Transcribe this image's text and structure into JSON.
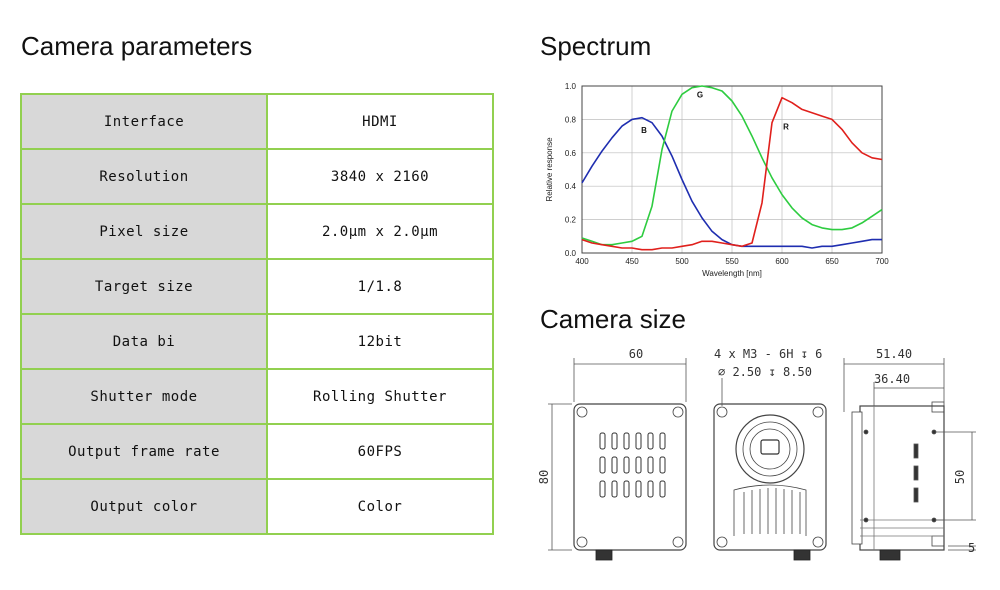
{
  "sections": {
    "params_title": "Camera parameters",
    "spectrum_title": "Spectrum",
    "size_title": "Camera size"
  },
  "params": [
    {
      "key": "Interface",
      "value": "HDMI"
    },
    {
      "key": "Resolution",
      "value": "3840 x 2160"
    },
    {
      "key": "Pixel size",
      "value": "2.0μm x 2.0μm"
    },
    {
      "key": "Target size",
      "value": "1/1.8"
    },
    {
      "key": "Data bi",
      "value": "12bit"
    },
    {
      "key": "Shutter mode",
      "value": "Rolling Shutter"
    },
    {
      "key": "Output frame rate",
      "value": "60FPS"
    },
    {
      "key": "Output color",
      "value": "Color"
    }
  ],
  "chart_data": {
    "type": "line",
    "title": "",
    "xlabel": "Wavelength [nm]",
    "ylabel": "Relative response",
    "xlim": [
      400,
      700
    ],
    "ylim": [
      0,
      1.0
    ],
    "x_ticks": [
      "400",
      "450",
      "500",
      "550",
      "600",
      "650",
      "700"
    ],
    "y_ticks": [
      "0.0",
      "0.2",
      "0.4",
      "0.6",
      "0.8",
      "1.0"
    ],
    "grid": true,
    "x": [
      400,
      410,
      420,
      430,
      440,
      450,
      460,
      470,
      480,
      490,
      500,
      510,
      520,
      530,
      540,
      550,
      560,
      570,
      580,
      590,
      600,
      610,
      620,
      630,
      640,
      650,
      660,
      670,
      680,
      690,
      700
    ],
    "series": [
      {
        "name": "B",
        "color": "#1f2eb0",
        "values": [
          0.42,
          0.52,
          0.61,
          0.69,
          0.76,
          0.8,
          0.81,
          0.78,
          0.7,
          0.58,
          0.44,
          0.31,
          0.21,
          0.13,
          0.08,
          0.05,
          0.04,
          0.04,
          0.04,
          0.04,
          0.04,
          0.04,
          0.04,
          0.03,
          0.04,
          0.04,
          0.05,
          0.06,
          0.07,
          0.08,
          0.08
        ]
      },
      {
        "name": "G",
        "color": "#2ecc40",
        "values": [
          0.09,
          0.07,
          0.05,
          0.05,
          0.06,
          0.07,
          0.1,
          0.28,
          0.62,
          0.85,
          0.95,
          0.99,
          1.0,
          0.99,
          0.97,
          0.91,
          0.82,
          0.7,
          0.57,
          0.45,
          0.35,
          0.27,
          0.21,
          0.17,
          0.15,
          0.14,
          0.14,
          0.15,
          0.18,
          0.22,
          0.26
        ]
      },
      {
        "name": "R",
        "color": "#e0201c",
        "values": [
          0.08,
          0.06,
          0.05,
          0.04,
          0.03,
          0.03,
          0.02,
          0.02,
          0.03,
          0.03,
          0.04,
          0.05,
          0.07,
          0.07,
          0.06,
          0.05,
          0.04,
          0.06,
          0.3,
          0.78,
          0.93,
          0.9,
          0.86,
          0.84,
          0.82,
          0.8,
          0.74,
          0.66,
          0.6,
          0.57,
          0.56
        ]
      }
    ],
    "label_at": {
      "B": [
        462,
        0.72
      ],
      "G": [
        518,
        0.93
      ],
      "R": [
        604,
        0.74
      ]
    }
  },
  "camera_size": {
    "front_width": "60",
    "height": "80",
    "lens_thread_line1": "4 x  M3 - 6H ↧ 6",
    "lens_thread_line2": "⌀ 2.50 ↧ 8.50",
    "side_total": "51.40",
    "side_body": "36.40",
    "side_hole_spacing": "50",
    "side_bottom_offset": "5"
  }
}
